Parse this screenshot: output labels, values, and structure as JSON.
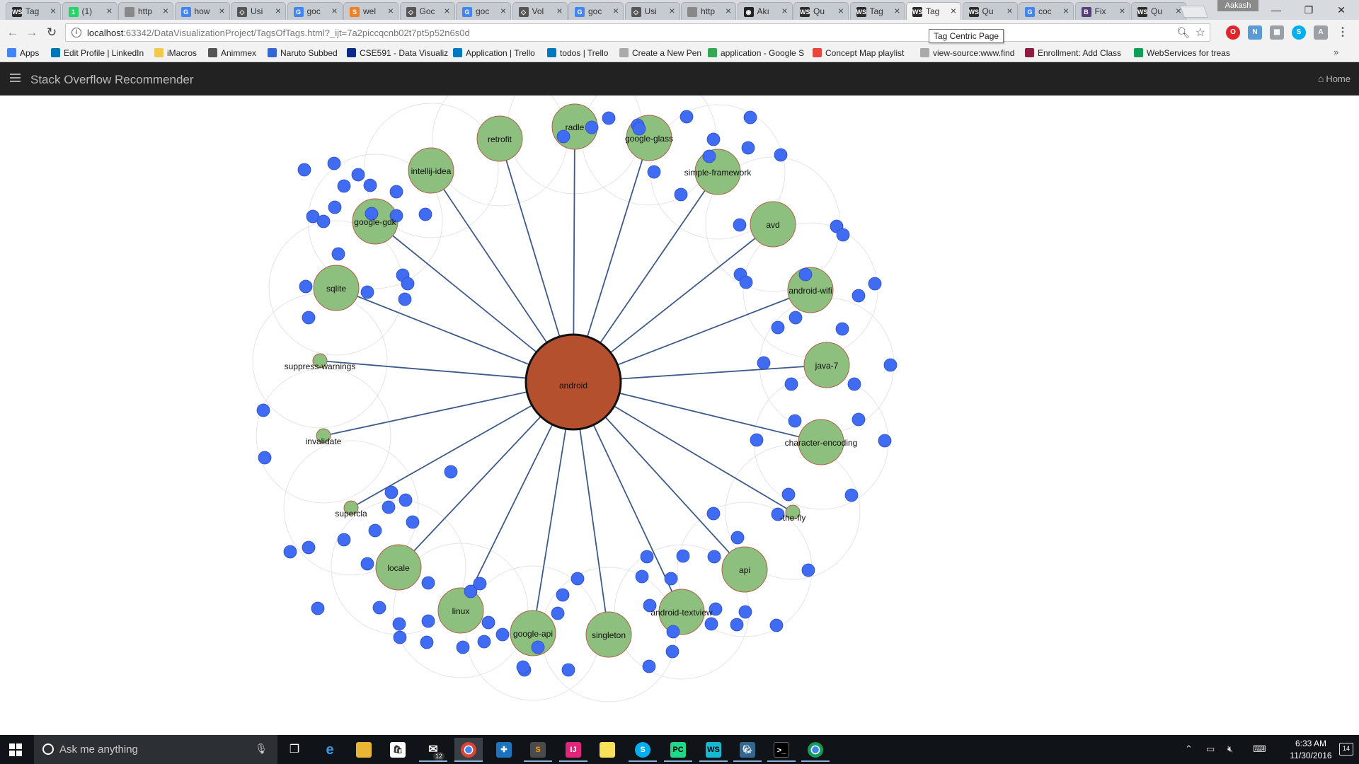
{
  "browser": {
    "tabs": [
      {
        "icon": "webstorm-icon",
        "label": "Tag",
        "color": "#2b2b2b",
        "glyph": "WS"
      },
      {
        "icon": "whatsapp-icon",
        "label": "(1)",
        "color": "#25d366",
        "glyph": "1"
      },
      {
        "icon": "page-icon",
        "label": "http",
        "color": "#888888",
        "glyph": ""
      },
      {
        "icon": "google-icon",
        "label": "how",
        "color": "#4285f4",
        "glyph": "G"
      },
      {
        "icon": "codepen-icon",
        "label": "Usi",
        "color": "#555555",
        "glyph": "◇"
      },
      {
        "icon": "google-icon",
        "label": "goc",
        "color": "#4285f4",
        "glyph": "G"
      },
      {
        "icon": "stackoverflow-icon",
        "label": "wel",
        "color": "#f48024",
        "glyph": "S"
      },
      {
        "icon": "codepen-icon",
        "label": "Goc",
        "color": "#555555",
        "glyph": "◇"
      },
      {
        "icon": "google-icon",
        "label": "goc",
        "color": "#4285f4",
        "glyph": "G"
      },
      {
        "icon": "codepen-icon",
        "label": "Vol",
        "color": "#555555",
        "glyph": "◇"
      },
      {
        "icon": "google-icon",
        "label": "goc",
        "color": "#4285f4",
        "glyph": "G"
      },
      {
        "icon": "codepen-icon",
        "label": "Usi",
        "color": "#555555",
        "glyph": "◇"
      },
      {
        "icon": "page-icon",
        "label": "http",
        "color": "#888888",
        "glyph": ""
      },
      {
        "icon": "github-icon",
        "label": "Akı",
        "color": "#222222",
        "glyph": "◉"
      },
      {
        "icon": "webstorm-icon",
        "label": "Qu",
        "color": "#2b2b2b",
        "glyph": "WS"
      },
      {
        "icon": "webstorm-icon",
        "label": "Tag",
        "color": "#2b2b2b",
        "glyph": "WS"
      },
      {
        "icon": "webstorm-icon",
        "label": "Tag",
        "color": "#2b2b2b",
        "glyph": "WS",
        "active": true
      },
      {
        "icon": "webstorm-icon",
        "label": "Qu",
        "color": "#2b2b2b",
        "glyph": "WS"
      },
      {
        "icon": "google-icon",
        "label": "coc",
        "color": "#4285f4",
        "glyph": "G"
      },
      {
        "icon": "bootstrap-icon",
        "label": "Fix",
        "color": "#563d7c",
        "glyph": "B"
      },
      {
        "icon": "webstorm-icon",
        "label": "Qu",
        "color": "#2b2b2b",
        "glyph": "WS"
      }
    ],
    "profile_name": "Aakash",
    "url_host": "localhost",
    "url_rest": ":63342/DataVisualizationProject/TagsOfTags.html?_ijt=7a2piccqcnb02t7pt5p52n6s0d",
    "tooltip": "Tag Centric Page",
    "bookmarks": [
      {
        "label": "Apps",
        "color": "#4285f4"
      },
      {
        "label": "Edit Profile | LinkedIn",
        "color": "#0077b5"
      },
      {
        "label": "iMacros",
        "color": "#f2c94c"
      },
      {
        "label": "Animmex",
        "color": "#555555"
      },
      {
        "label": "Naruto Subbed",
        "color": "#3367d6"
      },
      {
        "label": "CSE591 - Data Visualiz",
        "color": "#0a2a8a"
      },
      {
        "label": "Application | Trello",
        "color": "#0079bf"
      },
      {
        "label": "todos | Trello",
        "color": "#0079bf"
      },
      {
        "label": "Create a New Pen",
        "color": "#aaaaaa"
      },
      {
        "label": "application - Google S",
        "color": "#34a853"
      },
      {
        "label": "Concept Map playlist",
        "color": "#e8453c"
      },
      {
        "label": "view-source:www.find",
        "color": "#aaaaaa"
      },
      {
        "label": "Enrollment: Add Class",
        "color": "#8c1d40"
      },
      {
        "label": "WebServices for treas",
        "color": "#0f9d58"
      }
    ]
  },
  "app": {
    "title": "Stack Overflow Recommender",
    "home_label": "Home"
  },
  "graph": {
    "center_tag": "android",
    "center_color": "#b5502f",
    "tag_color": "#8dbf7e",
    "sub_color": "#3f6cf2",
    "link_color": "#3d5a8a",
    "tags": [
      {
        "name": "gradle",
        "label": "gradle",
        "label_shown": "radle",
        "big": true
      },
      {
        "name": "google-glass",
        "label": "google-glass",
        "big": true
      },
      {
        "name": "simple-framework",
        "label": "simple-framework",
        "big": true
      },
      {
        "name": "avd",
        "label": "avd",
        "big": true
      },
      {
        "name": "android-wifi",
        "label": "android-wifi",
        "big": true
      },
      {
        "name": "java-7",
        "label": "java-7",
        "big": true
      },
      {
        "name": "character-encoding",
        "label": "character-encoding",
        "big": true
      },
      {
        "name": "on-the-fly",
        "label": "-the-fly",
        "big": false
      },
      {
        "name": "api",
        "label": "api",
        "big": true
      },
      {
        "name": "android-textview",
        "label": "android-textview",
        "big": true
      },
      {
        "name": "singleton",
        "label": "singleton",
        "big": true
      },
      {
        "name": "google-api",
        "label": "google-api",
        "big": true
      },
      {
        "name": "linux",
        "label": "linux",
        "big": true
      },
      {
        "name": "locale",
        "label": "locale",
        "big": true
      },
      {
        "name": "superclass",
        "label": "supercla",
        "big": false
      },
      {
        "name": "invalidate",
        "label": "invalidate",
        "big": false
      },
      {
        "name": "suppress-warnings",
        "label": "suppress-warnings",
        "big": false
      },
      {
        "name": "sqlite",
        "label": "sqlite",
        "big": true
      },
      {
        "name": "google-gdk",
        "label": "google-gdk",
        "big": true
      },
      {
        "name": "intellij-idea",
        "label": "intellij-idea",
        "big": true
      },
      {
        "name": "retrofit",
        "label": "retrofit",
        "big": true
      }
    ]
  },
  "taskbar": {
    "search_placeholder": "Ask me anything",
    "time": "6:33 AM",
    "date": "11/30/2016",
    "notification_count": "14",
    "mail_badge": "12"
  }
}
